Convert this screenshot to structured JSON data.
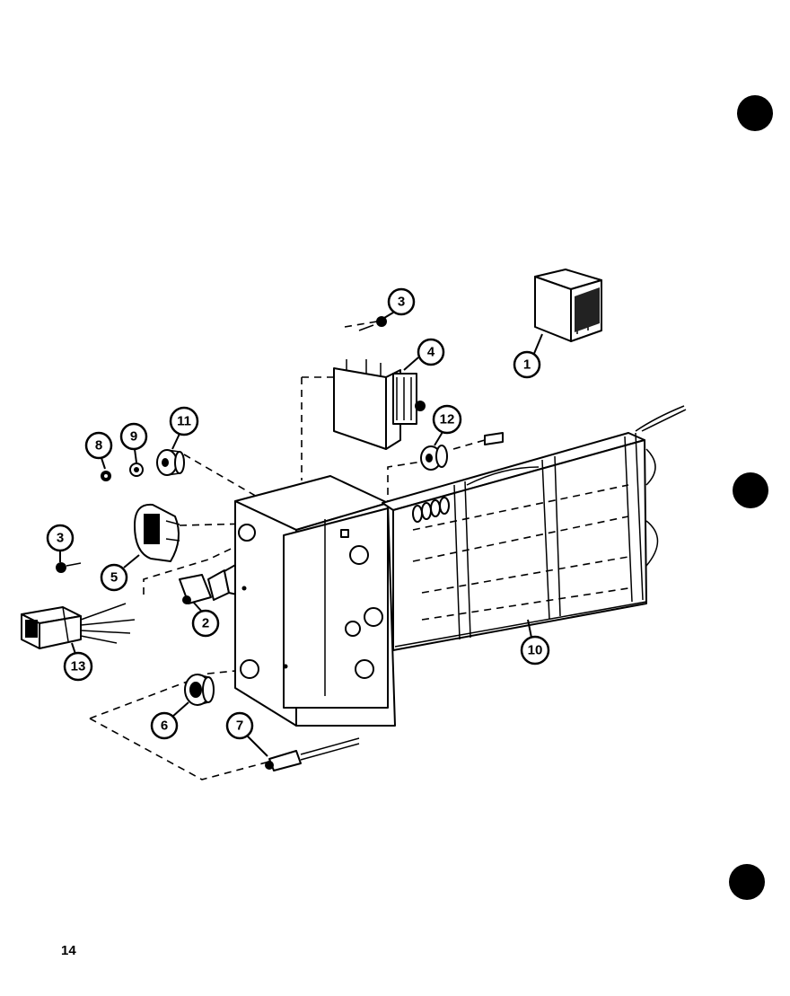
{
  "diagram": {
    "page_number": "14",
    "callouts": [
      {
        "id": "c1",
        "label": "1"
      },
      {
        "id": "c2",
        "label": "2"
      },
      {
        "id": "c3a",
        "label": "3"
      },
      {
        "id": "c3b",
        "label": "3"
      },
      {
        "id": "c4",
        "label": "4"
      },
      {
        "id": "c5",
        "label": "5"
      },
      {
        "id": "c6",
        "label": "6"
      },
      {
        "id": "c7",
        "label": "7"
      },
      {
        "id": "c8",
        "label": "8"
      },
      {
        "id": "c9",
        "label": "9"
      },
      {
        "id": "c10",
        "label": "10"
      },
      {
        "id": "c11",
        "label": "11"
      },
      {
        "id": "c12",
        "label": "12"
      },
      {
        "id": "c13",
        "label": "13"
      }
    ]
  }
}
